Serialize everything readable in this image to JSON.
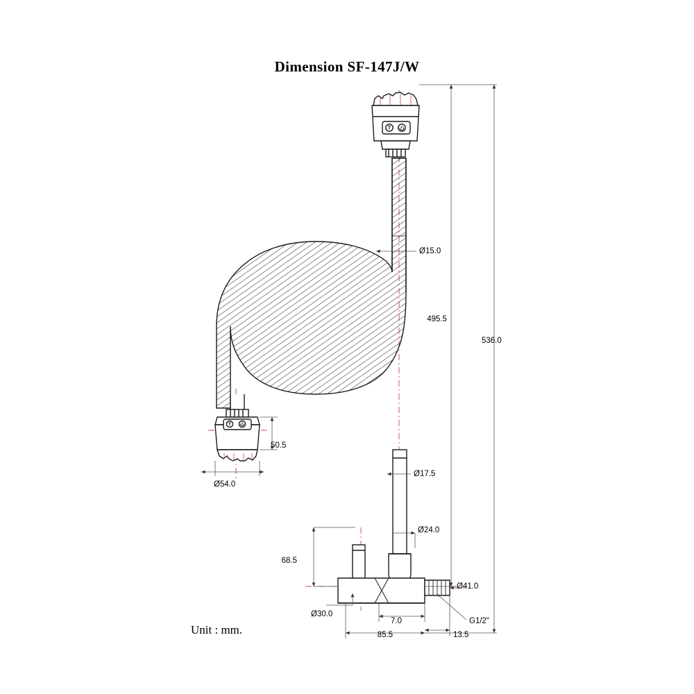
{
  "drawing": {
    "title": "Dimension  SF-147J/W",
    "unit_note": "Unit : mm.",
    "product_code": "SF-147J/W",
    "type": "technical-dimension-drawing",
    "subject": "flexible gooseneck faucet / spray tap"
  },
  "dimensions": {
    "hose_diameter": "Ø15.0",
    "total_height": "536.0",
    "upper_height": "495.5",
    "spray_head_height": "50.5",
    "spray_head_diameter": "Ø54.0",
    "lower_tube_diameter": "Ø17.5",
    "collar_diameter": "Ø24.0",
    "base_height": "68.5",
    "base_diameter": "Ø30.0",
    "outlet_diameter": "Ø41.0",
    "outlet_offset": "7.0",
    "thread_spec": "G1/2\"",
    "base_depth": "85.5",
    "outlet_depth": "13.5"
  },
  "colors": {
    "line": "#1a1a1a",
    "dimension_line": "#555555",
    "center_line": "#cc4444",
    "background": "#ffffff"
  }
}
